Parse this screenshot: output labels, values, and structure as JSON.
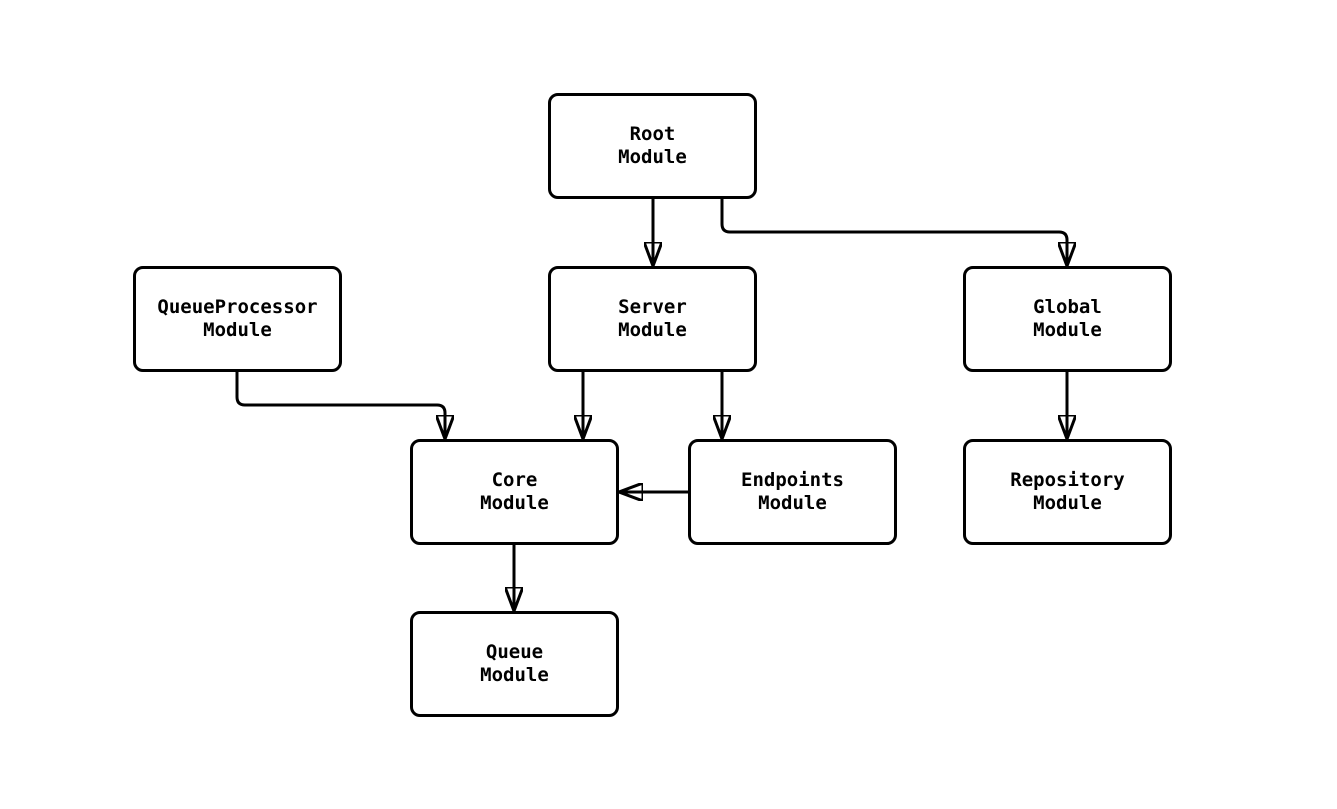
{
  "diagram": {
    "type": "module-dependency-graph",
    "colors": {
      "background": "#ffffff",
      "node_fill": "#ffffff",
      "stroke": "#000000",
      "text": "#000000"
    },
    "nodes": {
      "root": {
        "line1": "Root",
        "line2": "Module"
      },
      "queueprocessor": {
        "line1": "QueueProcessor",
        "line2": "Module"
      },
      "server": {
        "line1": "Server",
        "line2": "Module"
      },
      "global": {
        "line1": "Global",
        "line2": "Module"
      },
      "core": {
        "line1": "Core",
        "line2": "Module"
      },
      "endpoints": {
        "line1": "Endpoints",
        "line2": "Module"
      },
      "repository": {
        "line1": "Repository",
        "line2": "Module"
      },
      "queue": {
        "line1": "Queue",
        "line2": "Module"
      }
    },
    "edges": [
      {
        "from": "Root Module",
        "to": "Server Module"
      },
      {
        "from": "Root Module",
        "to": "Global Module"
      },
      {
        "from": "QueueProcessor Module",
        "to": "Core Module"
      },
      {
        "from": "Server Module",
        "to": "Core Module"
      },
      {
        "from": "Server Module",
        "to": "Endpoints Module"
      },
      {
        "from": "Global Module",
        "to": "Repository Module"
      },
      {
        "from": "Endpoints Module",
        "to": "Core Module"
      },
      {
        "from": "Core Module",
        "to": "Queue Module"
      }
    ]
  }
}
